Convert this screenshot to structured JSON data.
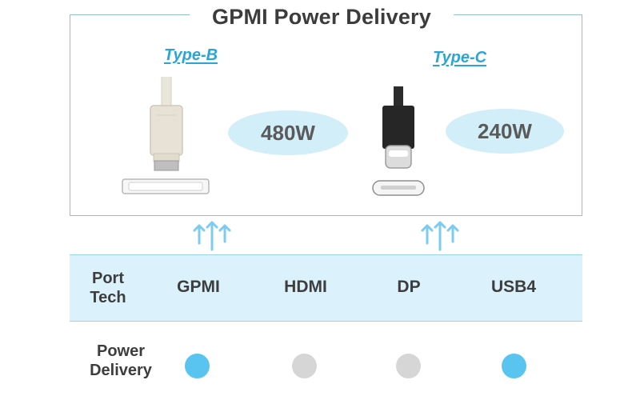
{
  "title": "GPMI Power Delivery",
  "connectors": [
    {
      "label": "Type-B",
      "power": "480W"
    },
    {
      "label": "Type-C",
      "power": "240W"
    }
  ],
  "table": {
    "row1_label_line1": "Port",
    "row1_label_line2": "Tech",
    "row2_label_line1": "Power",
    "row2_label_line2": "Delivery",
    "columns": [
      {
        "name": "GPMI",
        "power_delivery": true
      },
      {
        "name": "HDMI",
        "power_delivery": false
      },
      {
        "name": "DP",
        "power_delivery": false
      },
      {
        "name": "USB4",
        "power_delivery": true
      }
    ]
  },
  "colors": {
    "accent": "#2aa6d6",
    "dot_active": "#5ac4f0",
    "dot_inactive": "#d6d6d6",
    "band": "#dbf1fb",
    "arrow": "#7ccbf0"
  }
}
